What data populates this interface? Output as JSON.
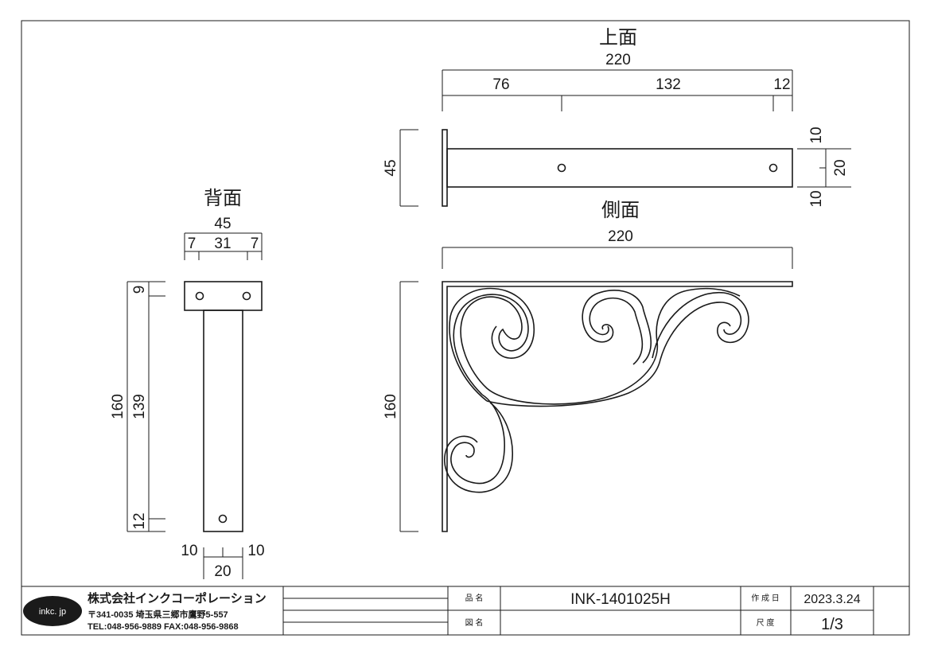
{
  "views": {
    "top": {
      "title": "上面",
      "overall_width": "220",
      "segment_1": "76",
      "segment_2": "132",
      "segment_3": "12",
      "height": "45",
      "edge_top": "10",
      "hole_spacing": "20",
      "edge_bottom": "10"
    },
    "side": {
      "title": "側面",
      "overall_width": "220",
      "height": "160"
    },
    "back": {
      "title": "背面",
      "overall_width": "45",
      "seg_left": "7",
      "seg_mid": "31",
      "seg_right": "7",
      "overall_height": "160",
      "top_hole_offset": "9",
      "mid_length": "139",
      "bottom_hole_offset": "12",
      "bottom_left": "10",
      "bottom_right": "10",
      "bottom_width": "20"
    }
  },
  "title_block": {
    "logo_text": "inkc. jp",
    "company": "株式会社インクコーポレーション",
    "address": "〒341-0035 埼玉県三郷市鷹野5-557",
    "contact": "TEL:048-956-9889  FAX:048-956-9868",
    "product_name_label": "品 名",
    "product_name": "INK-1401025H",
    "drawing_name_label": "図 名",
    "drawing_name": "",
    "date_label": "作 成 日",
    "date": "2023.3.24",
    "scale_label": "尺 度",
    "scale": "1/3"
  }
}
